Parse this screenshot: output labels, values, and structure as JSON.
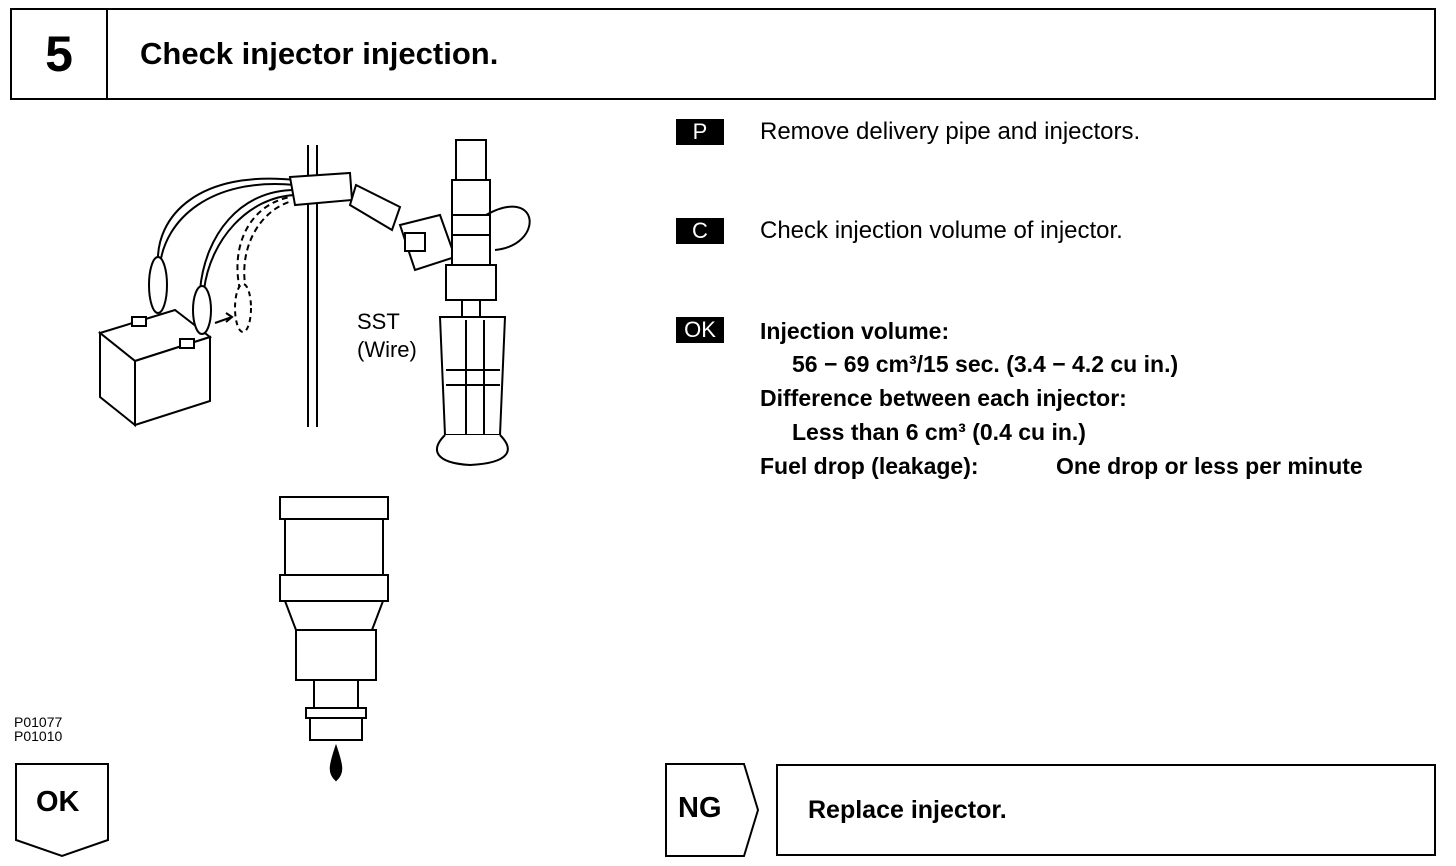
{
  "header": {
    "step_number": "5",
    "title": "Check injector injection."
  },
  "figure": {
    "sst_label": "SST",
    "wire_label": "(Wire)",
    "code_1": "P01077",
    "code_2": "P01010"
  },
  "steps": [
    {
      "tag": "P",
      "text": "Remove delivery pipe and injectors."
    },
    {
      "tag": "C",
      "text": "Check injection volume of injector."
    }
  ],
  "ok_spec": {
    "tag": "OK",
    "injection_volume_label": "Injection volume:",
    "injection_volume_value": "56 − 69 cm³/15 sec. (3.4 − 4.2 cu in.)",
    "difference_label": "Difference between each injector:",
    "difference_value": "Less than 6 cm³ (0.4 cu in.)",
    "fuel_drop_label": "Fuel drop (leakage):",
    "fuel_drop_value": "One drop or less per minute"
  },
  "results": {
    "ok_label": "OK",
    "ng_label": "NG",
    "ng_action": "Replace injector."
  }
}
